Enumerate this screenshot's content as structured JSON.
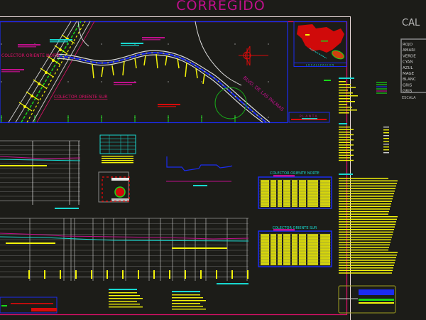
{
  "drawing": {
    "stamp": "CORREGIDO",
    "plan_labels": {
      "collector_north": "COLECTOR ORIENTE NORTE",
      "collector_south": "COLECTOR ORIENTE SUR",
      "boulevard": "BLVD. DE LAS PALMAS",
      "plan_title": "PLANTA",
      "location_title": "LOCALIZACION"
    },
    "tables": [
      {
        "title": "COLECTOR ORIENTE NORTE"
      },
      {
        "title": "COLECTOR ORIENTE SUR"
      }
    ]
  },
  "side_panel": {
    "title": "CAL",
    "layers": [
      "ROJO",
      "AMARI",
      "VERDE",
      "CYAN",
      "AZUL",
      "MAGE",
      "BLANC",
      "GRIS",
      "GRIS"
    ],
    "footer": "ESCALA"
  },
  "colors": {
    "background": "#1c1c18",
    "frame_magenta": "#e0106a",
    "frame_blue": "#1b2cf0",
    "yellow": "#f4f40a",
    "cyan": "#18d8d0",
    "green": "#18d818",
    "red": "#d80a0a",
    "white": "#d8d8d8"
  }
}
